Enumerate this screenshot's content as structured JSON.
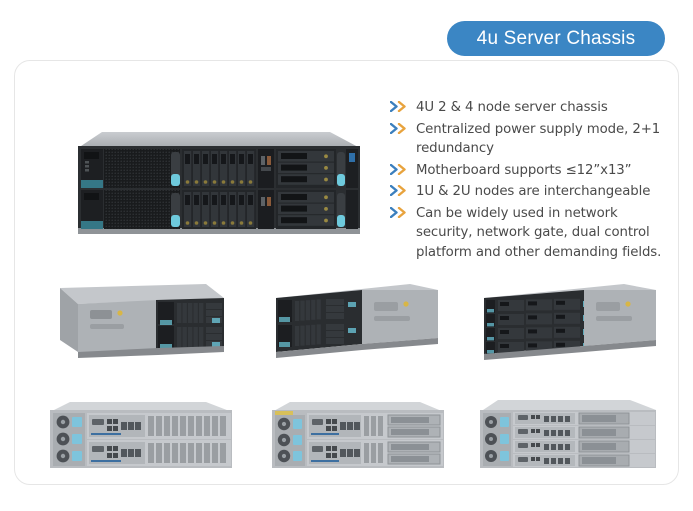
{
  "title": {
    "text": "4u Server Chassis"
  },
  "colors": {
    "pill_blue": "#3b86c4",
    "chevron_blue": "#3b7fbd",
    "chevron_orange": "#e8a33d",
    "text_gray": "#4a4a4a",
    "card_border": "#e6e6e6",
    "accent_cyan": "#7fd4e8",
    "chassis_dark": "#26282b",
    "chassis_gray": "#b9bcc0"
  },
  "features": [
    {
      "marker": "double-chevron-icon",
      "text": "4U 2 & 4 node server chassis"
    },
    {
      "marker": "double-chevron-icon",
      "text": "Centralized power supply mode, 2+1 redundancy"
    },
    {
      "marker": "double-chevron-icon",
      "text": "Motherboard supports ≤12”x13”"
    },
    {
      "marker": "double-chevron-icon",
      "text": "1U & 2U nodes are interchangeable"
    },
    {
      "marker": "double-chevron-icon",
      "text": "Can be widely used in network security, network gate, dual control platform and other demanding fields."
    }
  ],
  "products": {
    "hero": {
      "name": "4u-server-chassis-front-view",
      "nodes": 2,
      "view": "front"
    },
    "row_middle": [
      {
        "name": "server-angled-left-2node",
        "nodes": 2,
        "view": "angled-left"
      },
      {
        "name": "server-angled-right-2node",
        "nodes": 2,
        "view": "angled-right"
      },
      {
        "name": "server-angled-right-4node",
        "nodes": 4,
        "view": "angled-right"
      }
    ],
    "row_bottom": [
      {
        "name": "server-rear-2node-blank",
        "nodes": 2,
        "view": "rear"
      },
      {
        "name": "server-rear-2node-pcie",
        "nodes": 2,
        "view": "rear"
      },
      {
        "name": "server-rear-4node-pcie",
        "nodes": 4,
        "view": "rear"
      }
    ]
  }
}
